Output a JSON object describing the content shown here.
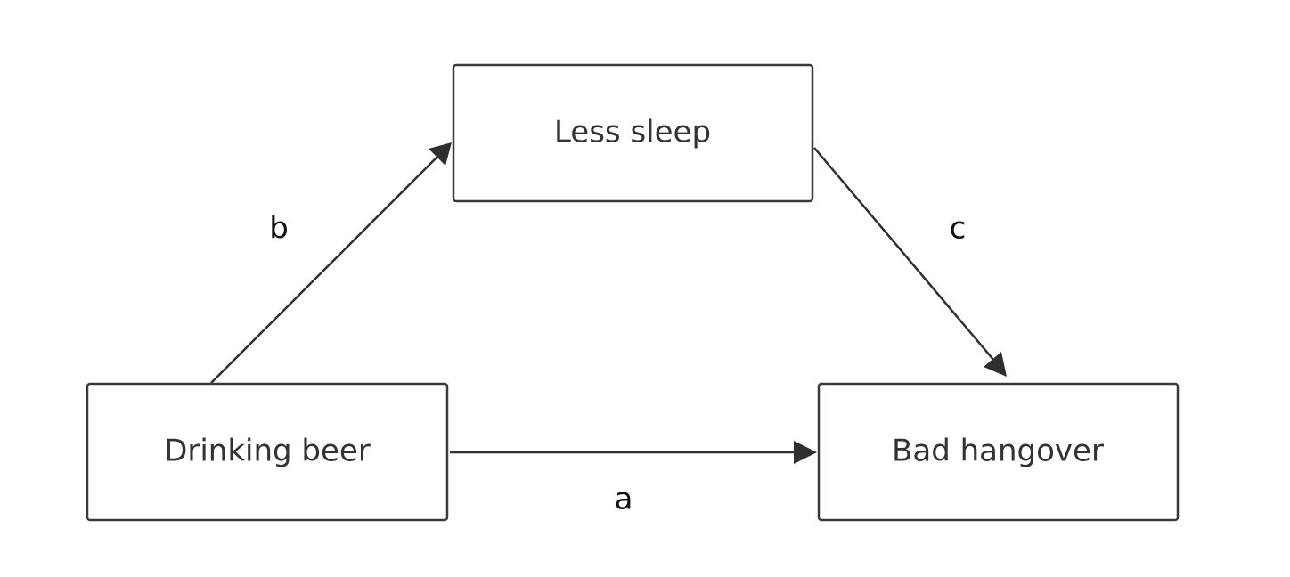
{
  "diagram": {
    "nodes": {
      "drinking_beer": {
        "label": "Drinking beer"
      },
      "less_sleep": {
        "label": "Less sleep"
      },
      "bad_hangover": {
        "label": "Bad hangover"
      }
    },
    "edges": {
      "a": {
        "from": "drinking_beer",
        "to": "bad_hangover",
        "label": "a"
      },
      "b": {
        "from": "drinking_beer",
        "to": "less_sleep",
        "label": "b"
      },
      "c": {
        "from": "less_sleep",
        "to": "bad_hangover",
        "label": "c"
      }
    }
  }
}
